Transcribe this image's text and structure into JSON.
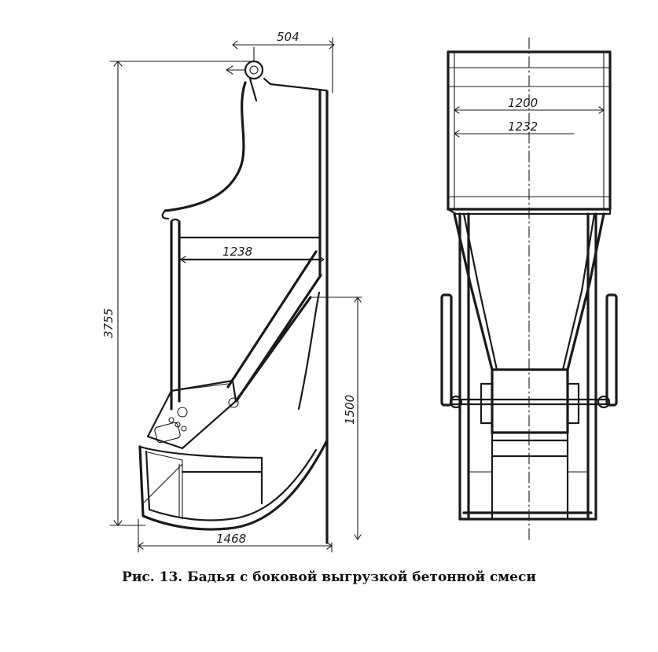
{
  "figure": {
    "caption": "Рис. 13. Бадья с боковой выгрузкой бетонной смеси",
    "dimensions": {
      "top_width": "504",
      "total_height": "3755",
      "inner_width": "1238",
      "discharge_height": "1500",
      "base_width": "1468",
      "front_outer_width": "1200",
      "front_inner_width": "1232"
    }
  }
}
